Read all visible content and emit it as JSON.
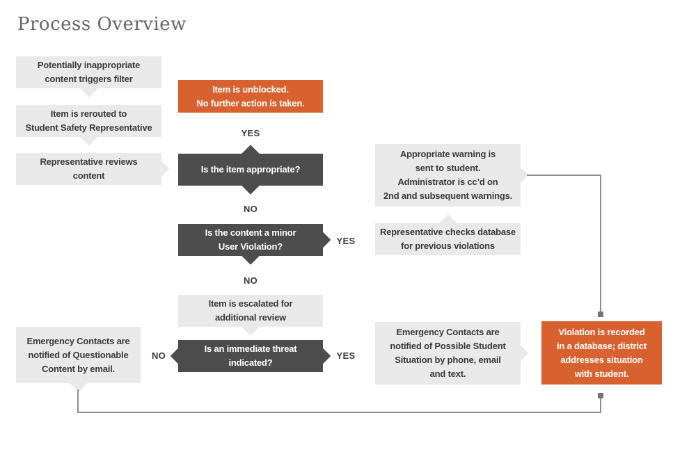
{
  "title": "Process Overview",
  "colors": {
    "accent_orange": "#D8622F",
    "dark_gray_box": "#4D4D4D",
    "light_gray_box": "#E9E9E9",
    "connector_line": "#8F8F8F",
    "title_text": "#666666"
  },
  "nodes": {
    "trigger": "Potentially inappropriate\ncontent triggers filter",
    "reroute": "Item is rerouted to\nStudent Safety Representative",
    "review": "Representative reviews\ncontent",
    "unblocked": "Item is unblocked.\nNo further action is taken.",
    "appropriate_q": "Is the item appropriate?",
    "minor_violation_q": "Is the content a minor\nUser Violation?",
    "escalated": "Item is escalated for\nadditional review",
    "threat_q": "Is an immediate threat\nindicated?",
    "questionable_email": "Emergency Contacts are\nnotified of Questionable\nContent by email.",
    "warning_sent": "Appropriate warning is\nsent to student.\nAdministrator is cc’d on\n2nd and subsequent warnings.",
    "check_database": "Representative checks database\nfor previous violations",
    "emergency_notify": "Emergency Contacts are\nnotified of Possible Student\nSituation by phone, email\nand text.",
    "violation_recorded": "Violation is recorded\nin a database; district\naddresses situation\nwith student."
  },
  "labels": {
    "appropriate_yes": "YES",
    "appropriate_no": "NO",
    "minor_yes": "YES",
    "minor_no": "NO",
    "threat_no": "NO",
    "threat_yes": "YES"
  }
}
